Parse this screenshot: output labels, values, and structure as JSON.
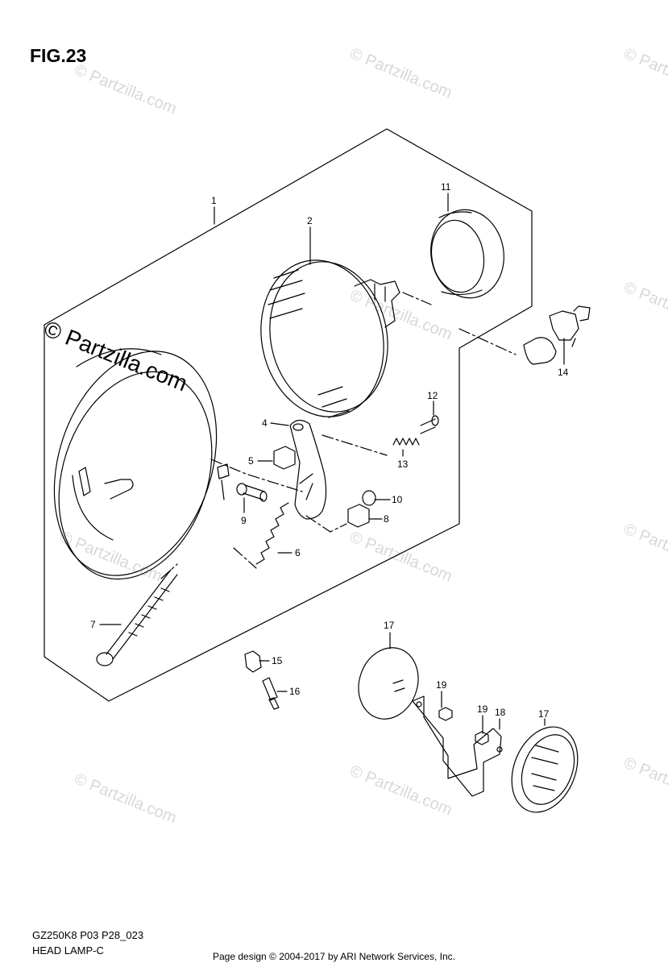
{
  "figure": {
    "title": "FIG.23"
  },
  "drawing": {
    "code": "GZ250K8 P03 P28_023",
    "name": "HEAD LAMP-C"
  },
  "footer": {
    "text": "Page design © 2004-2017 by ARI Network Services, Inc."
  },
  "watermark": {
    "text": "© Partzilla.com"
  },
  "callouts": [
    "1",
    "2",
    "4",
    "5",
    "6",
    "7",
    "8",
    "9",
    "10",
    "11",
    "12",
    "13",
    "14",
    "15",
    "16",
    "17",
    "17",
    "18",
    "19",
    "19"
  ]
}
